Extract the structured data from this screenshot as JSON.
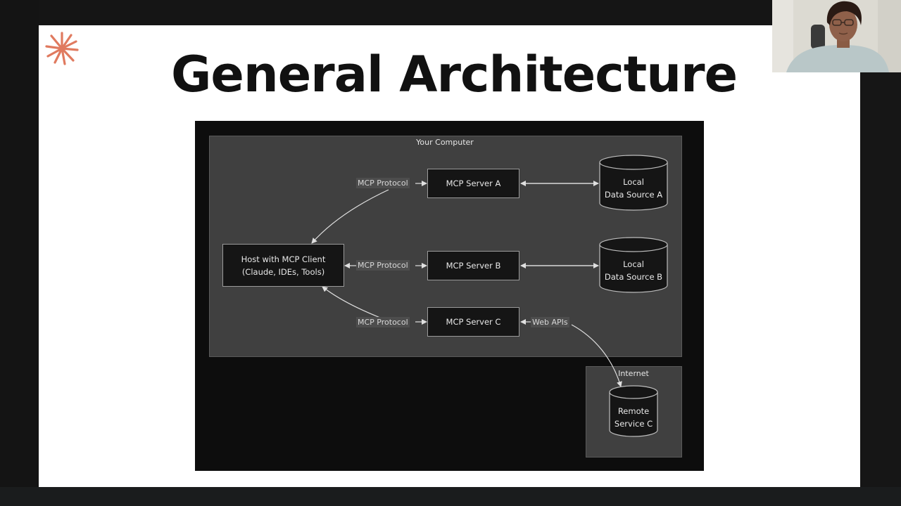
{
  "slide": {
    "title": "General Architecture",
    "accent_color": "#e07a5f"
  },
  "diagram": {
    "regions": {
      "computer": "Your Computer",
      "internet": "Internet"
    },
    "host": {
      "line1": "Host with MCP Client",
      "line2": "(Claude, IDEs, Tools)"
    },
    "servers": [
      "MCP Server A",
      "MCP Server B",
      "MCP Server C"
    ],
    "protocol_labels": [
      "MCP Protocol",
      "MCP Protocol",
      "MCP Protocol"
    ],
    "web_label": "Web APIs",
    "data_sources": [
      {
        "line1": "Local",
        "line2": "Data Source A"
      },
      {
        "line1": "Local",
        "line2": "Data Source B"
      }
    ],
    "remote": {
      "line1": "Remote",
      "line2": "Service C"
    }
  },
  "icons": {
    "logo": "starburst-logo-icon"
  }
}
